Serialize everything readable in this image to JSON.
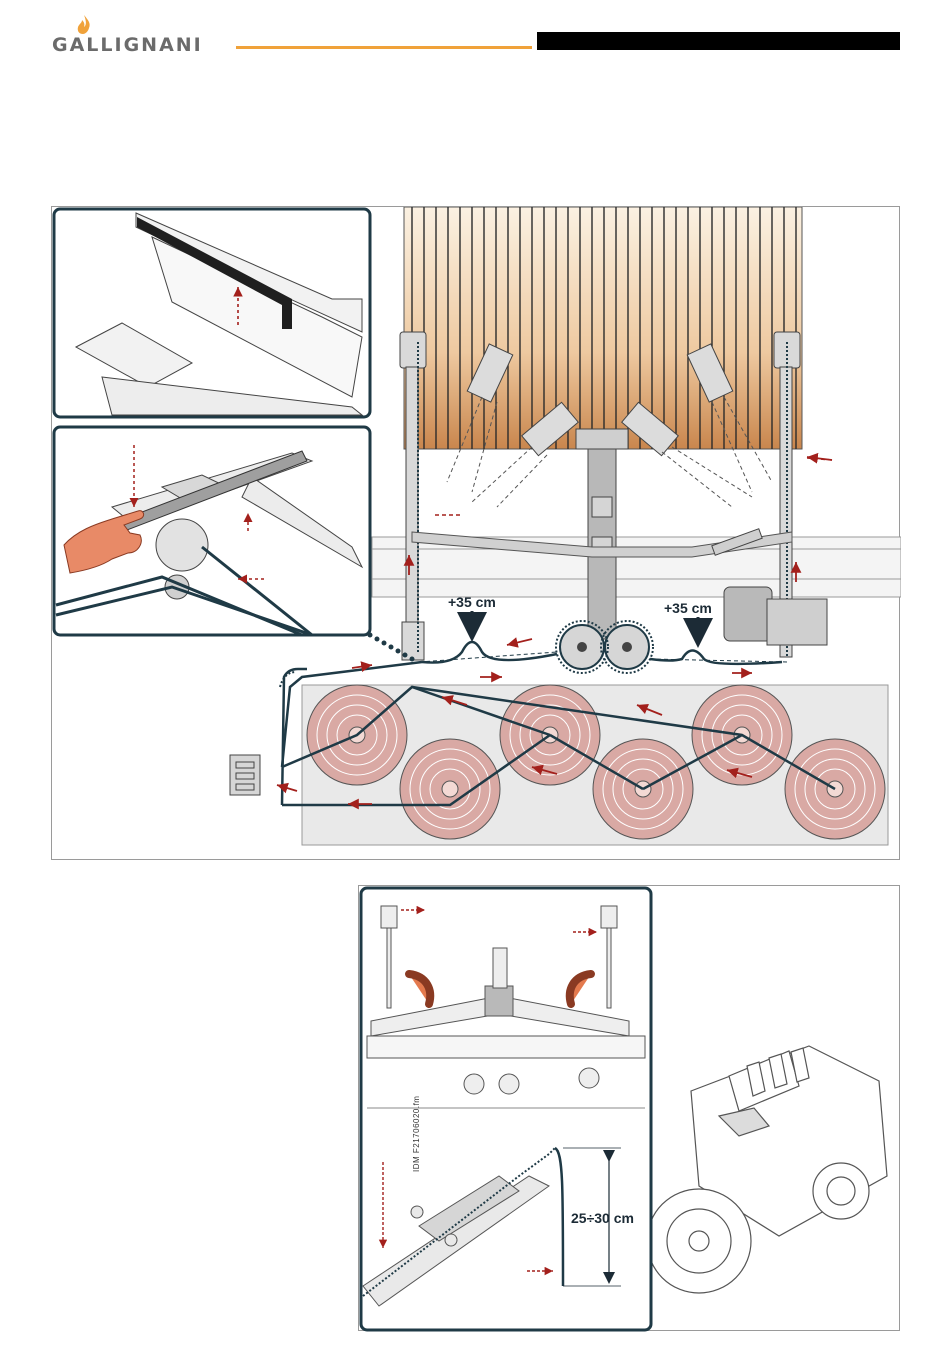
{
  "header": {
    "brand": "GALLIGNANI",
    "accent_color": "#f0a23a",
    "bar_color": "#000000"
  },
  "figure_main": {
    "label_left": "+35 cm",
    "label_right": "+35 cm",
    "roller_color": "#e9c29a",
    "reel_color": "#d9a9a4",
    "chain_color": "#1f3a46",
    "arrow_color": "#a3201c"
  },
  "figure_bottom": {
    "dimension_label": "25÷30 cm"
  },
  "side_code": "IDM  F21706020.fm",
  "icons": [
    "hand-icon",
    "arrow-icon",
    "curved-arrow-icon"
  ]
}
